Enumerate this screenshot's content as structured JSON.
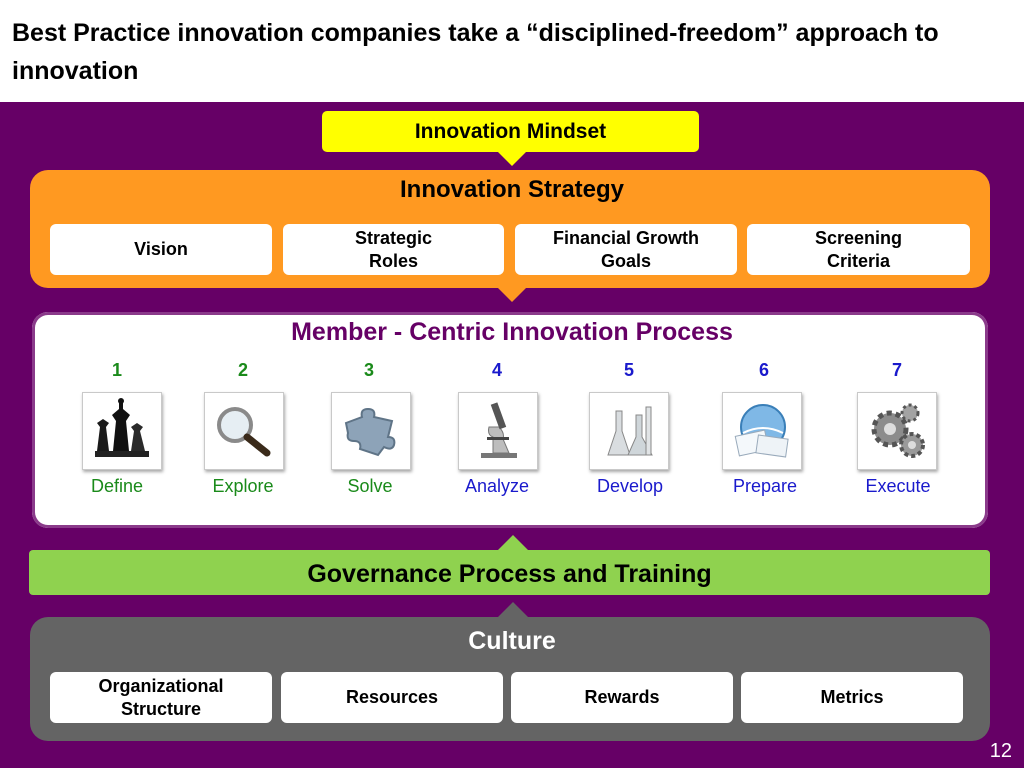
{
  "slide": {
    "title": "Best Practice innovation companies take a “disciplined-freedom” approach to innovation",
    "page_number": "12"
  },
  "mindset": {
    "label": "Innovation Mindset",
    "color": "#ffff00"
  },
  "strategy": {
    "title": "Innovation Strategy",
    "color": "#ff9921",
    "items": [
      {
        "label": "Vision"
      },
      {
        "label": "Strategic\nRoles"
      },
      {
        "label": "Financial Growth\nGoals"
      },
      {
        "label": "Screening\nCriteria"
      }
    ]
  },
  "process": {
    "title": "Member - Centric Innovation Process",
    "title_color": "#660066",
    "steps": [
      {
        "number": "1",
        "label": "Define",
        "icon": "chess-pieces-icon",
        "color": "#1a8a1a"
      },
      {
        "number": "2",
        "label": "Explore",
        "icon": "magnifying-glass-icon",
        "color": "#1a8a1a"
      },
      {
        "number": "3",
        "label": "Solve",
        "icon": "puzzle-piece-icon",
        "color": "#1a8a1a"
      },
      {
        "number": "4",
        "label": "Analyze",
        "icon": "microscope-icon",
        "color": "#1a1acc"
      },
      {
        "number": "5",
        "label": "Develop",
        "icon": "lab-flasks-icon",
        "color": "#1a1acc"
      },
      {
        "number": "6",
        "label": "Prepare",
        "icon": "globe-documents-icon",
        "color": "#1a1acc"
      },
      {
        "number": "7",
        "label": "Execute",
        "icon": "gears-icon",
        "color": "#1a1acc"
      }
    ]
  },
  "governance": {
    "label": "Governance Process and Training",
    "color": "#8fd24f"
  },
  "culture": {
    "title": "Culture",
    "color": "#646464",
    "items": [
      {
        "label": "Organizational\nStructure"
      },
      {
        "label": "Resources"
      },
      {
        "label": "Rewards"
      },
      {
        "label": "Metrics"
      }
    ]
  },
  "colors": {
    "background": "#660066"
  }
}
